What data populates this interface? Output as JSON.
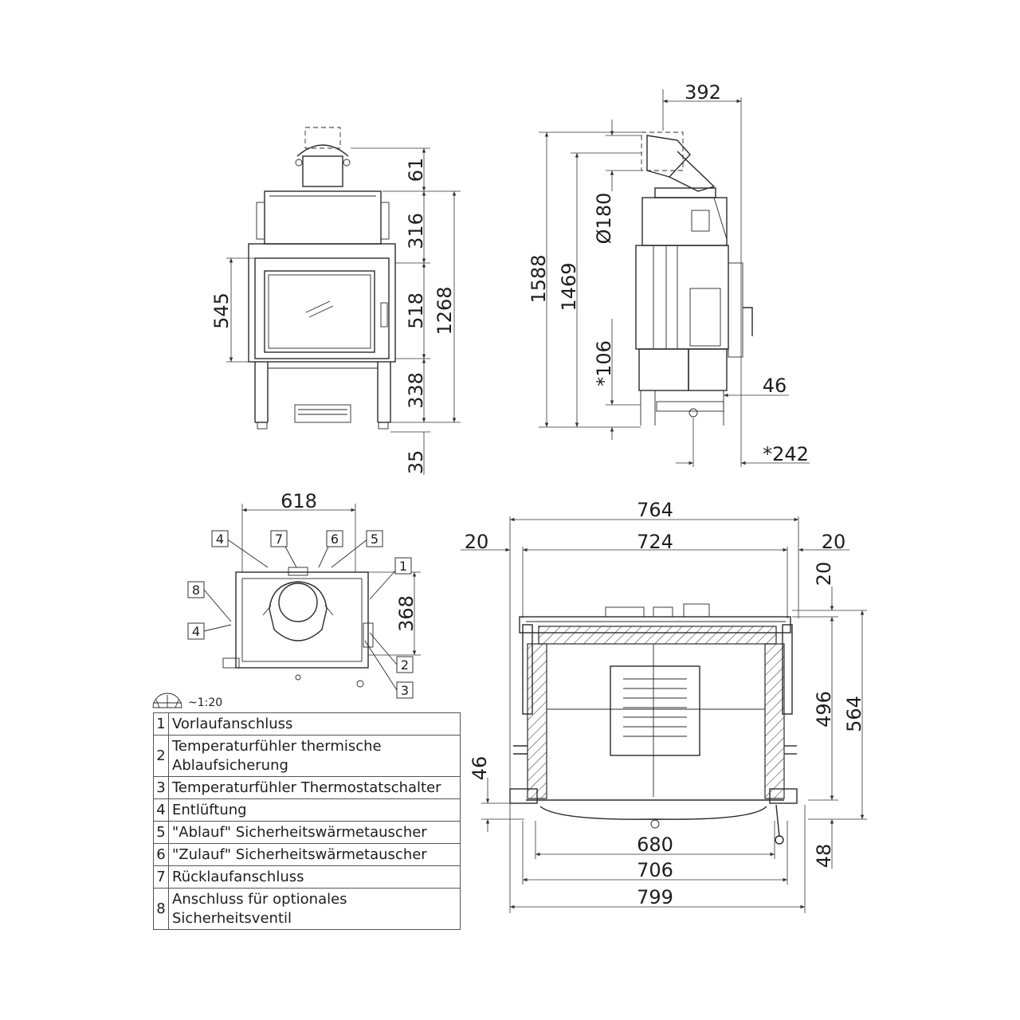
{
  "front_view": {
    "dims": {
      "flue_top": "61",
      "upper_section": "316",
      "glass_height": "518",
      "total_height": "1268",
      "door_height": "545",
      "lower_section": "338",
      "feet": "35"
    }
  },
  "side_view": {
    "dims": {
      "depth_flue": "392",
      "total_height": "1588",
      "flue_center_height": "1469",
      "flue_diameter": "Ø180",
      "air_inlet_height": "*106",
      "air_inlet_offset": "46",
      "air_inlet_depth": "*242"
    }
  },
  "top_view": {
    "dims": {
      "width": "618",
      "depth": "368"
    },
    "callouts": [
      "4",
      "7",
      "6",
      "5",
      "1",
      "8",
      "4",
      "2",
      "3"
    ]
  },
  "section_view": {
    "dims": {
      "outer_width": "764",
      "left_margin": "20",
      "inner_width": "724",
      "right_margin": "20",
      "top_offset": "20",
      "inner_depth": "496",
      "total_depth": "564",
      "side_offset": "46",
      "bottom_offset": "48",
      "chamber_width": "680",
      "frame_width": "706",
      "total_width": "799"
    }
  },
  "scale": {
    "label": "~1:20",
    "icon": "protractor-icon"
  },
  "legend": [
    {
      "num": "1",
      "text": "Vorlaufanschluss"
    },
    {
      "num": "2",
      "text": "Temperaturfühler thermische Ablaufsicherung"
    },
    {
      "num": "3",
      "text": "Temperaturfühler Thermostatschalter"
    },
    {
      "num": "4",
      "text": "Entlüftung"
    },
    {
      "num": "5",
      "text": "\"Ablauf\" Sicherheitswärmetauscher"
    },
    {
      "num": "6",
      "text": "\"Zulauf\" Sicherheitswärmetauscher"
    },
    {
      "num": "7",
      "text": "Rücklaufanschluss"
    },
    {
      "num": "8",
      "text": "Anschluss für optionales Sicherheitsventil"
    }
  ]
}
